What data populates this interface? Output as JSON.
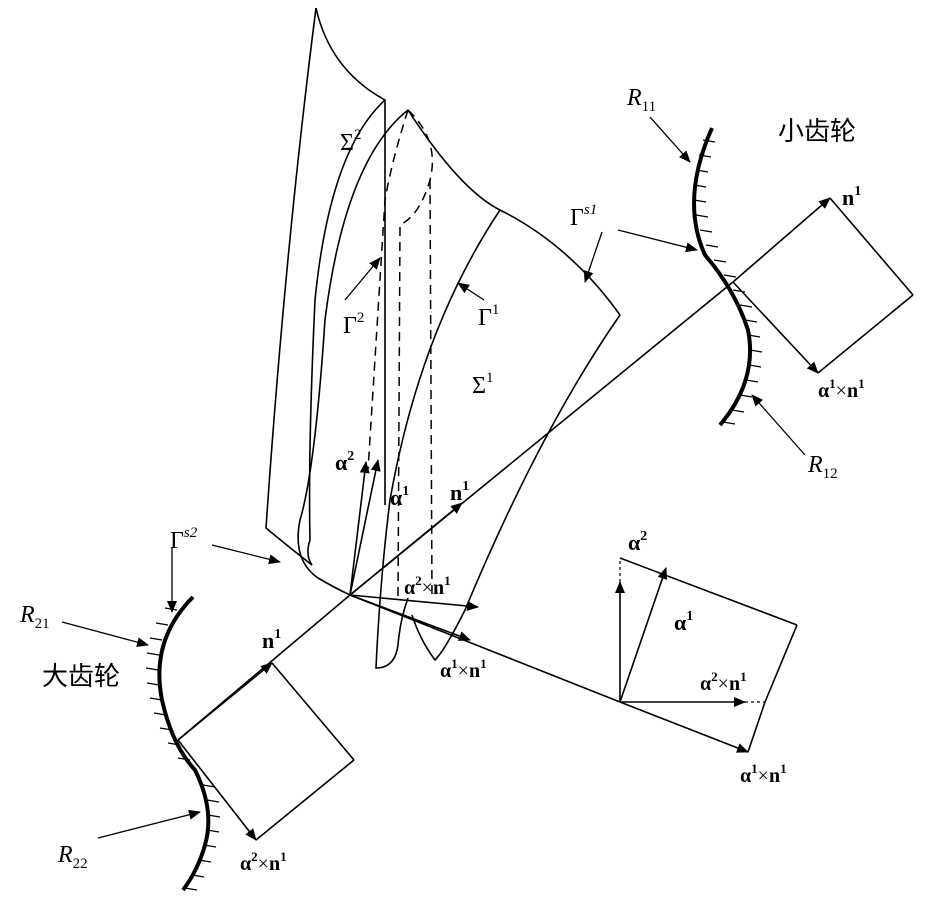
{
  "labels": {
    "small_gear": "小齿轮",
    "large_gear": "大齿轮",
    "sigma": "Σ",
    "gamma": "Γ",
    "R": "R",
    "alpha": "α",
    "n": "n",
    "times": "×",
    "sup_1": "1",
    "sup_2": "2",
    "sup_s1": "s1",
    "sup_s2": "s2",
    "sub_11": "11",
    "sub_12": "12",
    "sub_21": "21",
    "sub_22": "22"
  }
}
